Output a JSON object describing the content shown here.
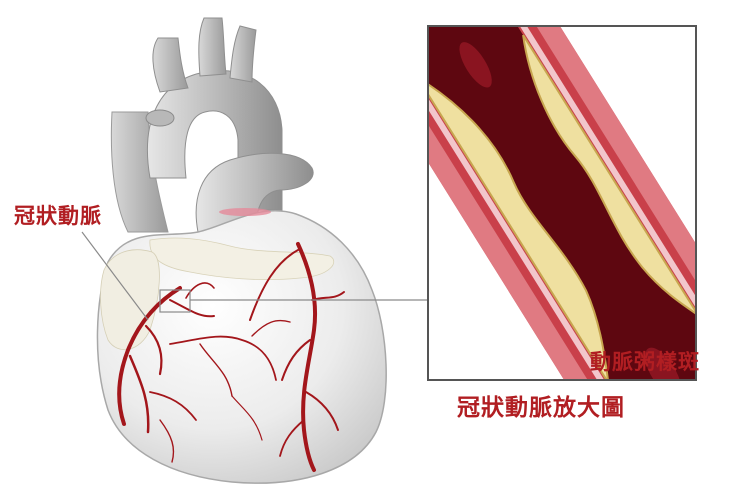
{
  "labels": {
    "coronary_artery": "冠狀動脈",
    "plaque": "動脈粥樣斑",
    "enlarged_view": "冠狀動脈放大圖"
  },
  "colors": {
    "label_text": "#b11e22",
    "artery": "#a3161b",
    "heart_body": "#e9e9e9",
    "vessel_wall": "#c9404a",
    "lumen": "#5e0710",
    "plaque": "#efe0a0"
  },
  "icons": [
    "heart-illustration",
    "artery-cross-section"
  ]
}
